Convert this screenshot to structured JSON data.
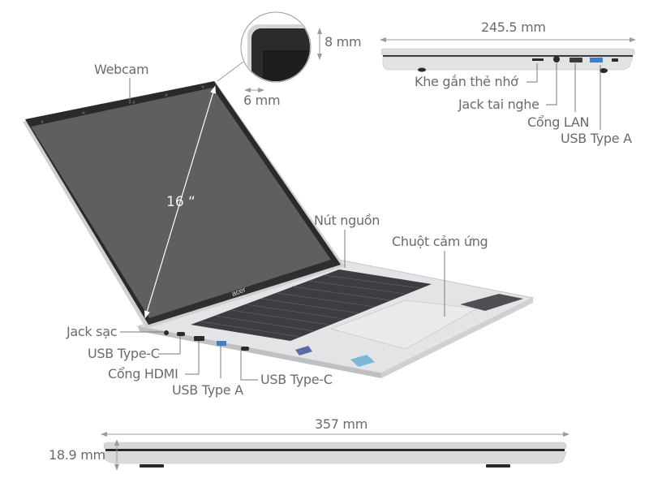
{
  "labels": {
    "webcam": "Webcam",
    "bezel_top": "8 mm",
    "bezel_side": "6 mm",
    "screen_size": "16 “",
    "side_width": "245.5 mm",
    "card_slot": "Khe gắn thẻ nhớ",
    "headphone_jack": "Jack tai nghe",
    "lan_port": "Cổng LAN",
    "usb_a_right": "USB Type A",
    "power_button": "Nút nguồn",
    "touchpad": "Chuột cảm ứng",
    "charge_jack": "Jack sạc",
    "usb_c_left_1": "USB Type-C",
    "hdmi_port": "Cổng HDMI",
    "usb_a_left": "USB Type A",
    "usb_c_left_2": "USB Type-C",
    "front_width": "357 mm",
    "thickness": "18.9 mm",
    "brand_logo": "acer"
  },
  "colors": {
    "label_text": "#6b6b6b",
    "leader_line": "#7a7a7a",
    "chassis": "#d9dadc",
    "screen": "#5f5f5f",
    "bezel": "#2a2a2a",
    "keys": "#3b3d40"
  }
}
